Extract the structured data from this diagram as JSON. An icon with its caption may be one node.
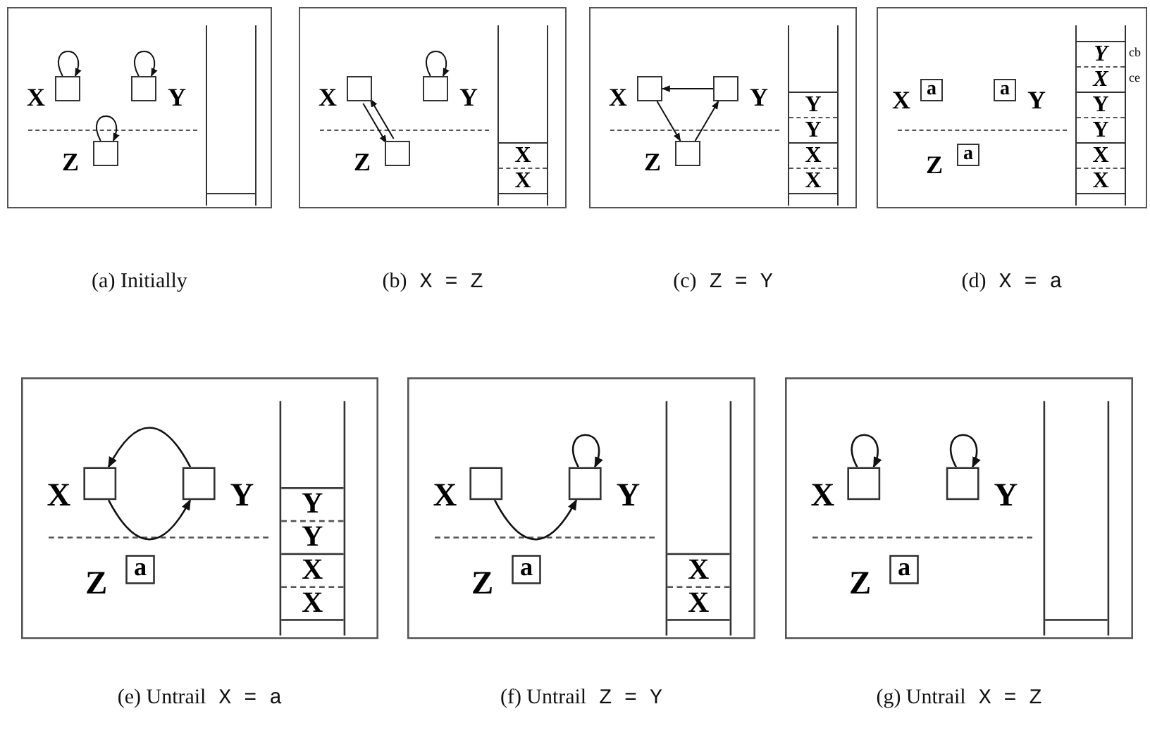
{
  "diagram": {
    "nodes": [
      {
        "text": [],
        "shape": "box",
        "beside": [
          "(a) Initially"
        ]
      },
      {
        "text": [],
        "shape": "box",
        "in": 0,
        "beside": [
          "X"
        ]
      },
      {
        "text": [],
        "shape": "box",
        "in": 0,
        "beside": [
          "Y"
        ]
      },
      {
        "text": [],
        "shape": "box",
        "in": 0,
        "beside": [
          "Z"
        ]
      },
      {
        "text": [],
        "shape": "stack",
        "in": 0
      },
      {
        "text": [],
        "shape": "box",
        "beside": [
          "(b)",
          "X = Z"
        ]
      },
      {
        "text": [],
        "shape": "box",
        "in": 5,
        "beside": [
          "X"
        ]
      },
      {
        "text": [],
        "shape": "box",
        "in": 5,
        "beside": [
          "Y"
        ]
      },
      {
        "text": [],
        "shape": "box",
        "in": 5,
        "beside": [
          "Z"
        ]
      },
      {
        "text": [],
        "shape": "stack",
        "in": 5
      },
      {
        "text": [
          "X"
        ],
        "in": 9
      },
      {
        "text": [
          "X"
        ],
        "in": 9
      },
      {
        "text": [],
        "shape": "box",
        "beside": [
          "(c)",
          "Z = Y"
        ]
      },
      {
        "text": [],
        "shape": "box",
        "in": 12,
        "beside": [
          "X"
        ]
      },
      {
        "text": [],
        "shape": "box",
        "in": 12,
        "beside": [
          "Y"
        ]
      },
      {
        "text": [],
        "shape": "box",
        "in": 12,
        "beside": [
          "Z"
        ]
      },
      {
        "text": [],
        "shape": "stack",
        "in": 12
      },
      {
        "text": [
          "Y"
        ],
        "in": 16
      },
      {
        "text": [
          "Y"
        ],
        "in": 16
      },
      {
        "text": [
          "X"
        ],
        "in": 16
      },
      {
        "text": [
          "X"
        ],
        "in": 16
      },
      {
        "text": [],
        "shape": "box",
        "beside": [
          "(d)",
          "X = a"
        ]
      },
      {
        "text": [
          "a"
        ],
        "in": 21,
        "beside": [
          "X"
        ]
      },
      {
        "text": [
          "a"
        ],
        "in": 21,
        "beside": [
          "Y"
        ]
      },
      {
        "text": [
          "a"
        ],
        "in": 21,
        "beside": [
          "Z"
        ]
      },
      {
        "text": [],
        "shape": "stack",
        "in": 21
      },
      {
        "text": [
          "Y"
        ],
        "in": 25,
        "beside": [
          "cb"
        ]
      },
      {
        "text": [
          "X"
        ],
        "in": 25,
        "beside": [
          "ce"
        ]
      },
      {
        "text": [
          "Y"
        ],
        "in": 25
      },
      {
        "text": [
          "Y"
        ],
        "in": 25
      },
      {
        "text": [
          "X"
        ],
        "in": 25
      },
      {
        "text": [
          "X"
        ],
        "in": 25
      },
      {
        "text": [],
        "shape": "box",
        "beside": [
          "(e) Untrail",
          "X = a"
        ]
      },
      {
        "text": [],
        "shape": "box",
        "in": 32,
        "beside": [
          "X"
        ]
      },
      {
        "text": [],
        "shape": "box",
        "in": 32,
        "beside": [
          "Y"
        ]
      },
      {
        "text": [
          "a"
        ],
        "in": 32,
        "beside": [
          "Z"
        ]
      },
      {
        "text": [],
        "shape": "stack",
        "in": 32
      },
      {
        "text": [
          "Y"
        ],
        "in": 36
      },
      {
        "text": [
          "Y"
        ],
        "in": 36
      },
      {
        "text": [
          "X"
        ],
        "in": 36
      },
      {
        "text": [
          "X"
        ],
        "in": 36
      },
      {
        "text": [],
        "shape": "box",
        "beside": [
          "(f) Untrail",
          "Z = Y"
        ]
      },
      {
        "text": [],
        "shape": "box",
        "in": 41,
        "beside": [
          "X"
        ]
      },
      {
        "text": [],
        "shape": "box",
        "in": 41,
        "beside": [
          "Y"
        ]
      },
      {
        "text": [
          "a"
        ],
        "in": 41,
        "beside": [
          "Z"
        ]
      },
      {
        "text": [],
        "shape": "stack",
        "in": 41
      },
      {
        "text": [
          "X"
        ],
        "in": 45
      },
      {
        "text": [
          "X"
        ],
        "in": 45
      },
      {
        "text": [],
        "shape": "box",
        "beside": [
          "(g) Untrail",
          "X = Z"
        ]
      },
      {
        "text": [],
        "shape": "box",
        "in": 48,
        "beside": [
          "X"
        ]
      },
      {
        "text": [],
        "shape": "box",
        "in": 48,
        "beside": [
          "Y"
        ]
      },
      {
        "text": [
          "a"
        ],
        "in": 48,
        "beside": [
          "Z"
        ]
      },
      {
        "text": [],
        "shape": "stack",
        "in": 48
      }
    ],
    "edges": [
      {
        "from": 1,
        "to": 1,
        "arrow": "to"
      },
      {
        "from": 2,
        "to": 2,
        "arrow": "to"
      },
      {
        "from": 3,
        "to": 3,
        "arrow": "to"
      },
      {
        "from": 6,
        "to": 8,
        "arrow": "to"
      },
      {
        "from": 8,
        "to": 6,
        "arrow": "to"
      },
      {
        "from": 7,
        "to": 7,
        "arrow": "to"
      },
      {
        "from": 13,
        "to": 15,
        "arrow": "to"
      },
      {
        "from": 15,
        "to": 14,
        "arrow": "to"
      },
      {
        "from": 14,
        "to": 13,
        "arrow": "to"
      },
      {
        "from": 33,
        "to": 34,
        "arrow": "to"
      },
      {
        "from": 34,
        "to": 33,
        "arrow": "to"
      },
      {
        "from": 42,
        "to": 43,
        "arrow": "to"
      },
      {
        "from": 43,
        "to": 43,
        "arrow": "to"
      },
      {
        "from": 49,
        "to": 49,
        "arrow": "to"
      },
      {
        "from": 50,
        "to": 50,
        "arrow": "to"
      }
    ]
  }
}
